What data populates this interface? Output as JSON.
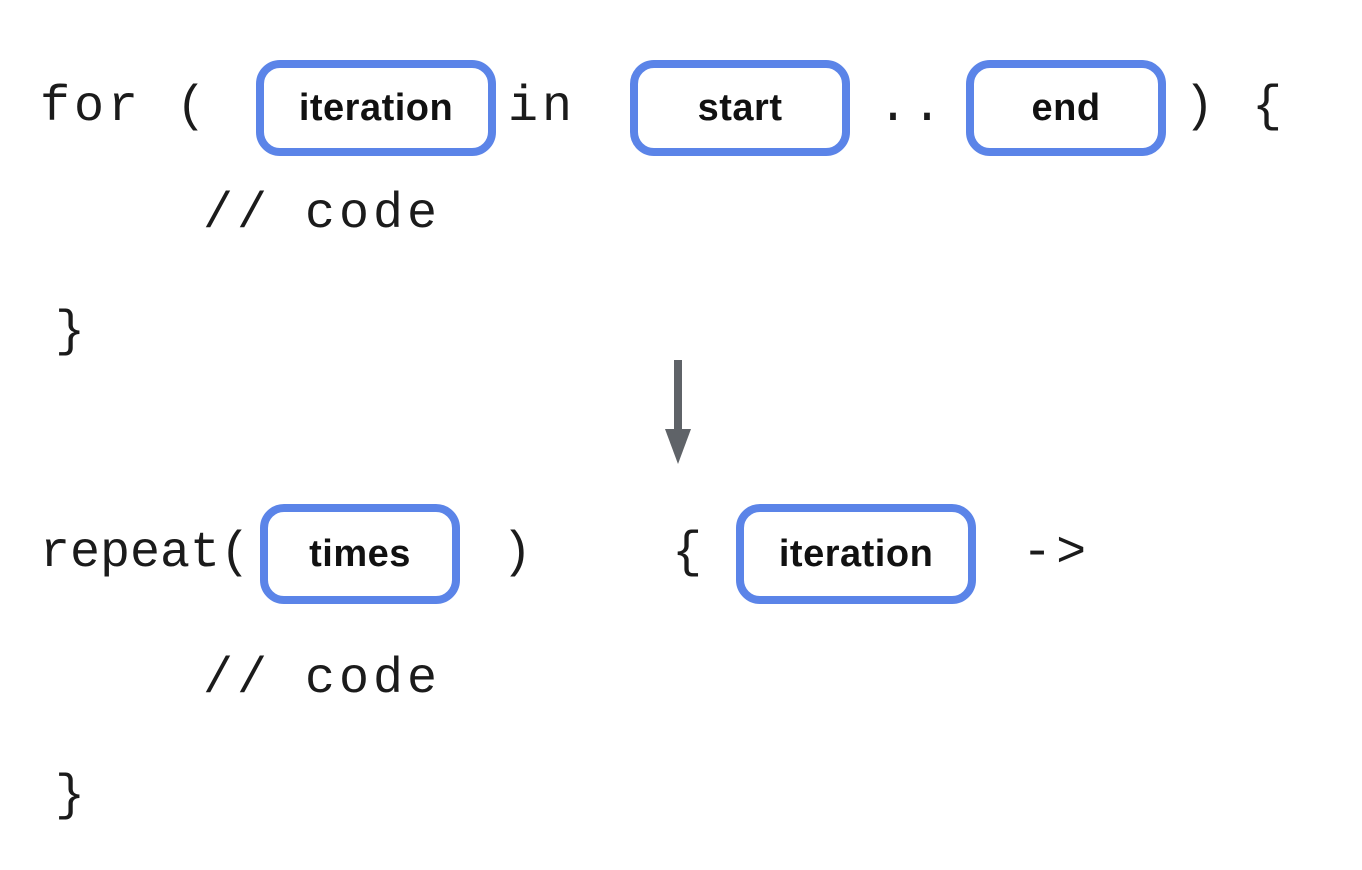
{
  "colors": {
    "background": "#ffffff",
    "pill_border": "#5B84E8",
    "code_text": "#1b1b1b",
    "pill_label_text": "#111111",
    "arrow": "#5f6368"
  },
  "icons": {
    "transform_arrow": "down-arrow-icon"
  },
  "before": {
    "for_open": "for (",
    "iteration_label": "iteration",
    "in_keyword": "in",
    "start_label": "start",
    "range_dots": "..",
    "close": ") {",
    "comment": "// code",
    "closing_brace": "}"
  },
  "after": {
    "repeat_open": "repeat(",
    "times_label": "times",
    "close_paren": ")",
    "open_brace": "{",
    "iteration_label": "iteration",
    "lambda_arrow": "->",
    "comment": "// code",
    "closing_brace": "}"
  }
}
